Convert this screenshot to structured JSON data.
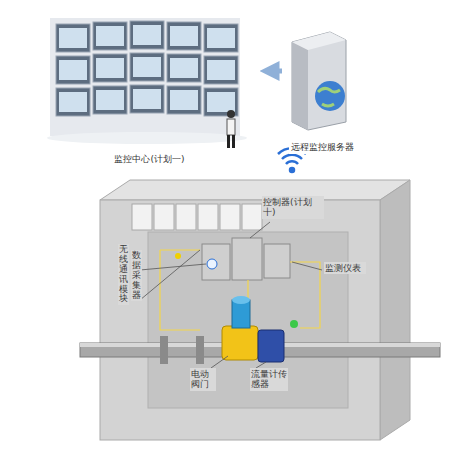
{
  "diagram": {
    "nodes": [
      {
        "text": [
          "监控中心(计划一)"
        ]
      },
      {
        "text": [
          "远程监控服务器"
        ]
      }
    ],
    "edges": [
      {
        "from": 1,
        "to": 0,
        "arrow": "to"
      }
    ],
    "labels": [
      "控制器(计划十)",
      "监测仪表",
      "无线通讯模块",
      "数据采集器",
      "电动阀门",
      "流量计传感器"
    ]
  }
}
